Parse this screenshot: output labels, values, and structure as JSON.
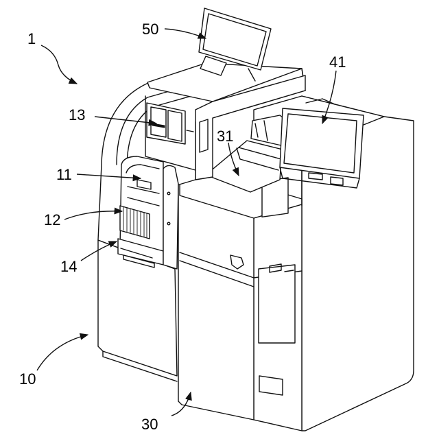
{
  "labels": {
    "l1": "1",
    "l50": "50",
    "l41": "41",
    "l13": "13",
    "l31": "31",
    "l11": "11",
    "l12": "12",
    "l14": "14",
    "l10": "10",
    "l30": "30"
  }
}
